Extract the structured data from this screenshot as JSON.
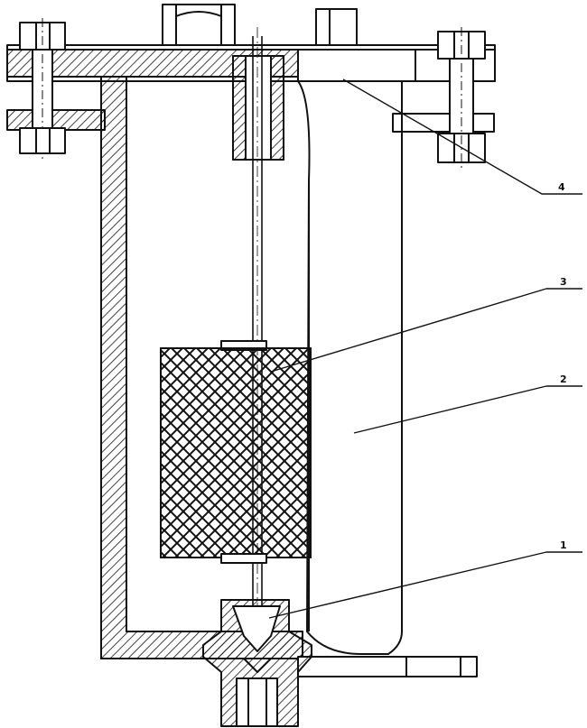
{
  "diagram": {
    "callouts": [
      {
        "id": "4",
        "label": "4"
      },
      {
        "id": "3",
        "label": "3"
      },
      {
        "id": "2",
        "label": "2"
      },
      {
        "id": "1",
        "label": "1"
      }
    ],
    "colors": {
      "line": "#111111",
      "background": "#ffffff"
    }
  }
}
